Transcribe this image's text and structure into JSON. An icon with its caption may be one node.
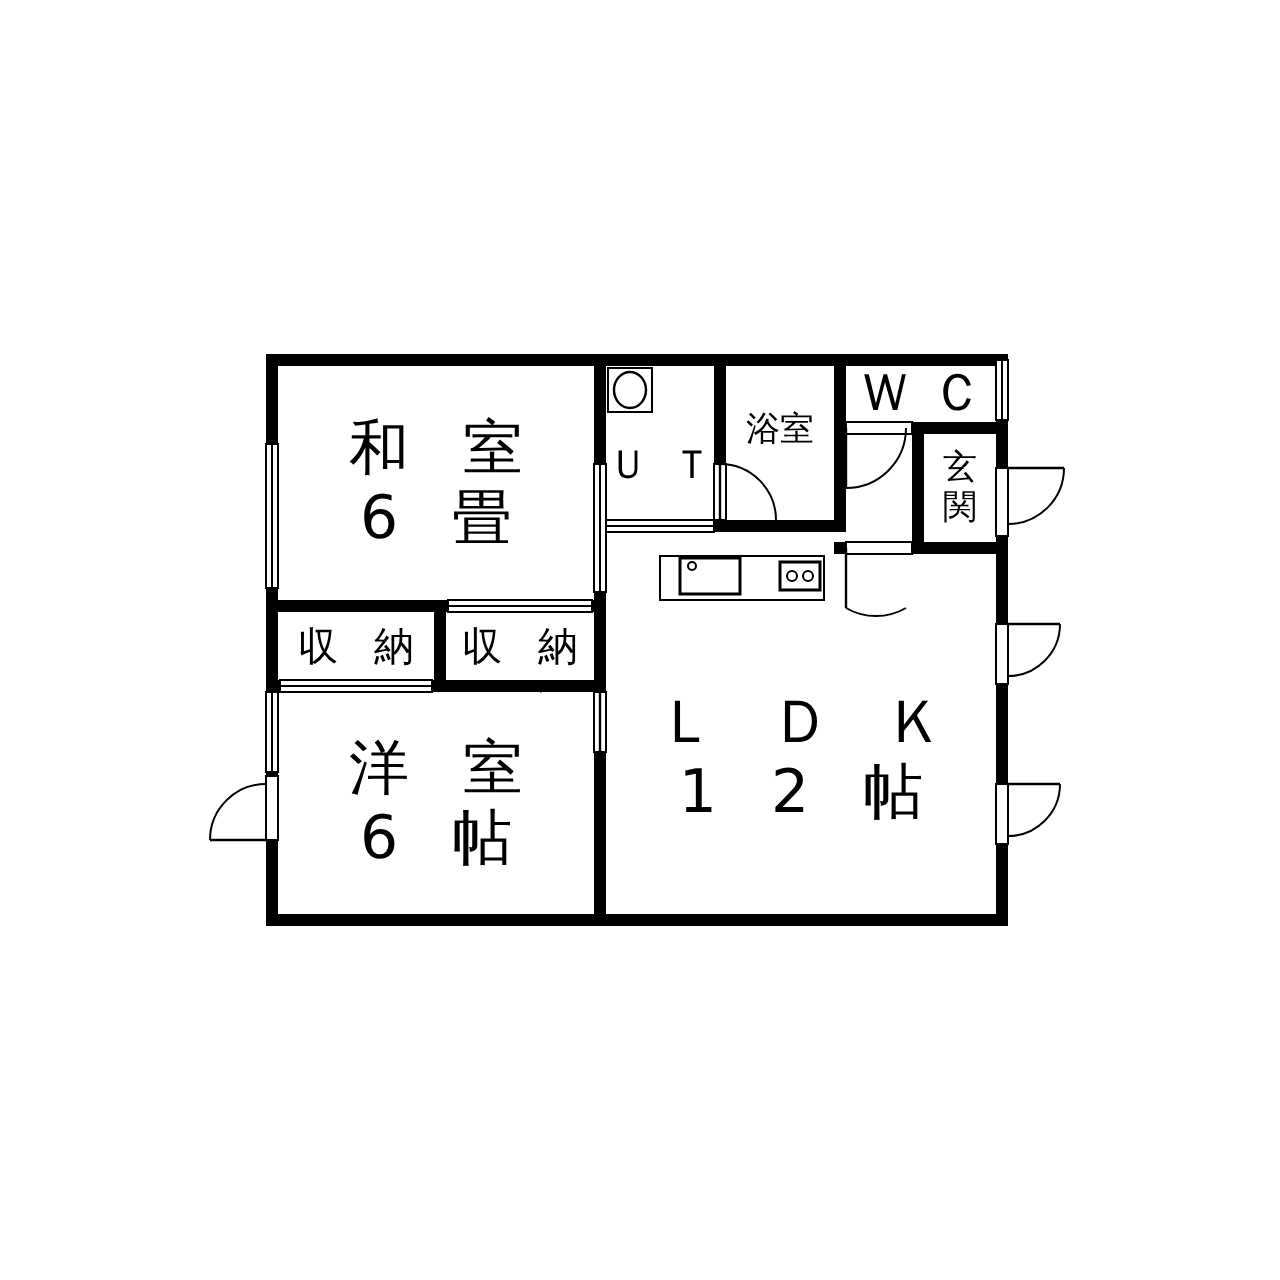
{
  "diagram": {
    "nodes": [
      {
        "text": [
          "和室",
          "6畳"
        ]
      },
      {
        "text": [
          "収納"
        ]
      },
      {
        "text": [
          "収納"
        ]
      },
      {
        "text": [
          "洋室",
          "6帖"
        ]
      },
      {
        "text": [
          "ＵＴ"
        ]
      },
      {
        "text": [
          "浴室"
        ]
      },
      {
        "text": [
          "ＷＣ"
        ]
      },
      {
        "text": [
          "玄関"
        ]
      },
      {
        "text": [
          "ＬＤＫ",
          "12帖"
        ]
      }
    ]
  }
}
